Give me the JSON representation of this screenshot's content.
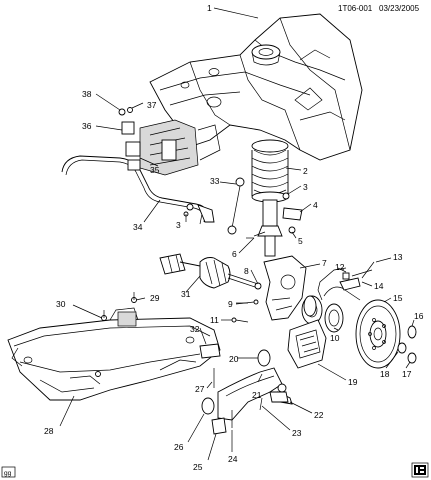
{
  "header": {
    "code": "1T06-001",
    "date": "03/23/2005"
  },
  "callouts": [
    "1",
    "2",
    "3",
    "3",
    "4",
    "5",
    "6",
    "7",
    "8",
    "9",
    "10",
    "11",
    "12",
    "13",
    "14",
    "15",
    "16",
    "17",
    "18",
    "19",
    "20",
    "21",
    "22",
    "23",
    "24",
    "25",
    "26",
    "27",
    "28",
    "29",
    "30",
    "31",
    "32",
    "33",
    "34",
    "35",
    "36",
    "37",
    "38"
  ],
  "badges": {
    "left": "gg",
    "right": ""
  }
}
